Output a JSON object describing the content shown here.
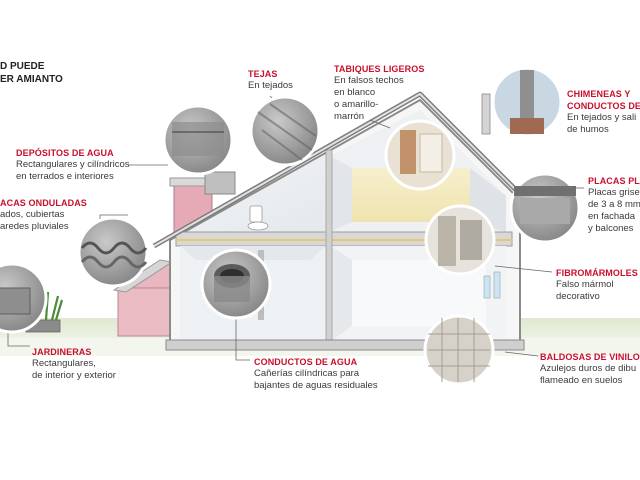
{
  "title": {
    "line1": "D PUEDE",
    "line2": "ER AMIANTO"
  },
  "callouts": {
    "tejas": {
      "heading": "TEJAS",
      "lines": [
        "En tejados"
      ]
    },
    "tabiques": {
      "heading": "TABIQUES LIGEROS",
      "lines": [
        "En falsos techos",
        "en blanco",
        "o amarillo-",
        "marrón"
      ]
    },
    "chimeneas": {
      "heading_lines": [
        "CHIMENEAS Y",
        "CONDUCTOS DE A"
      ],
      "lines": [
        "En tejados y sali",
        "de humos"
      ]
    },
    "depositos": {
      "heading": "DEPÓSITOS DE AGUA",
      "lines": [
        "Rectangulares y cilíndricos",
        "en terrados e interiores"
      ]
    },
    "placas_onduladas": {
      "heading": "ACAS ONDULADAS",
      "lines": [
        "ados, cubiertas",
        "aredes pluviales"
      ]
    },
    "placas_planas": {
      "heading": "PLACAS PLA",
      "lines": [
        "Placas grise",
        "de 3 a 8 mm",
        "en fachada",
        "y balcones"
      ]
    },
    "fibromarmoles": {
      "heading": "FIBROMÁRMOLES",
      "lines": [
        "Falso mármol",
        "decorativo"
      ]
    },
    "jardineras": {
      "heading": "JARDINERAS",
      "lines": [
        "Rectangulares,",
        "de interior y exterior"
      ]
    },
    "conductos_agua": {
      "heading": "CONDUCTOS DE AGUA",
      "lines": [
        "Cañerías cilíndricas para",
        "bajantes de aguas residuales"
      ]
    },
    "baldosas": {
      "heading": "BALDOSAS DE VINILO",
      "lines": [
        "Azulejos duros de dibu",
        "flameado en suelos"
      ]
    }
  },
  "colors": {
    "heading_red": "#c8102e",
    "wall": "#f6f6f6",
    "wall_shade": "#e8e8e8",
    "roof_edge": "#8a8a8a",
    "pink": "#e9b7c0",
    "grass": "#d6e2c6",
    "floor_yellow": "#f3e9b8"
  }
}
